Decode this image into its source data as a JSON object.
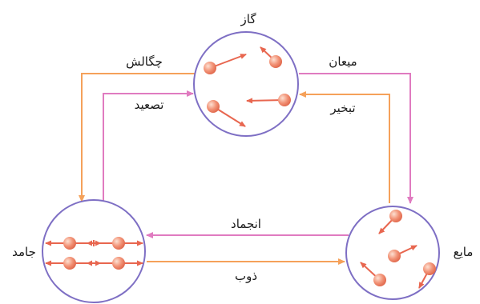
{
  "states": {
    "gas": "گاز",
    "solid": "جامد",
    "liquid": "مایع"
  },
  "transitions": {
    "condensation": "چگالش",
    "sublimation": "تصعید",
    "liquefaction": "میعان",
    "evaporation": "تبخیر",
    "freezing": "انجماد",
    "melting": "ذوب"
  },
  "colors": {
    "circle_stroke": "#7e6fc4",
    "orange_arrow": "#f5a15a",
    "pink_arrow": "#e07bc0",
    "particle_arrow": "#e8664f",
    "particle_fill": "#f29377"
  }
}
